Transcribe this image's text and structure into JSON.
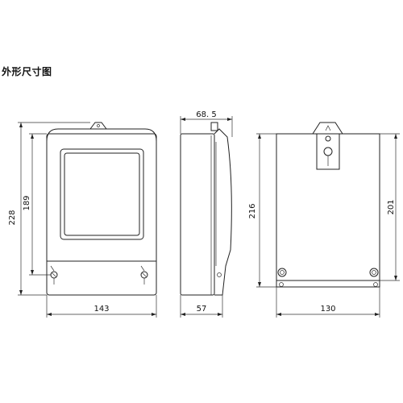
{
  "title": "外形尺寸图",
  "dimensions": {
    "front_total_height": "228",
    "front_window_height": "189",
    "front_width": "143",
    "side_top_depth": "68. 5",
    "side_bottom_depth": "57",
    "back_total_height": "216",
    "back_inner_height": "201",
    "back_width": "130"
  }
}
